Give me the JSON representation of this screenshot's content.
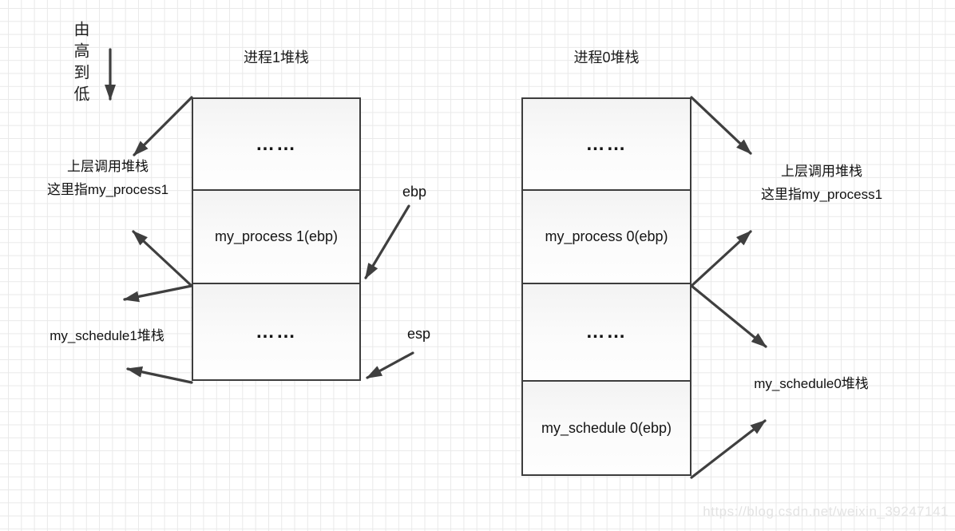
{
  "colors": {
    "stroke": "#3f3f3f",
    "grid": "#e9e9e9",
    "cell_fill_top": "#f3f3f3",
    "cell_fill_bottom": "#fefefe",
    "watermark_text": "#e3e3e3"
  },
  "notes": {
    "direction": "由高到低",
    "watermark": "https://blog.csdn.net/weixin_39247141"
  },
  "stack1": {
    "title": "进程1堆栈",
    "cells": [
      {
        "label": "……"
      },
      {
        "label": "my_process 1(ebp)"
      },
      {
        "label": "……"
      }
    ],
    "labels": {
      "caller_line1": "上层调用堆栈",
      "caller_line2": "这里指my_process1",
      "schedule": "my_schedule1堆栈",
      "ebp": "ebp",
      "esp": "esp"
    }
  },
  "stack0": {
    "title": "进程0堆栈",
    "cells": [
      {
        "label": "……"
      },
      {
        "label": "my_process 0(ebp)"
      },
      {
        "label": "……"
      },
      {
        "label": "my_schedule 0(ebp)"
      }
    ],
    "labels": {
      "caller_line1": "上层调用堆栈",
      "caller_line2": "这里指my_process1",
      "schedule": "my_schedule0堆栈"
    }
  }
}
